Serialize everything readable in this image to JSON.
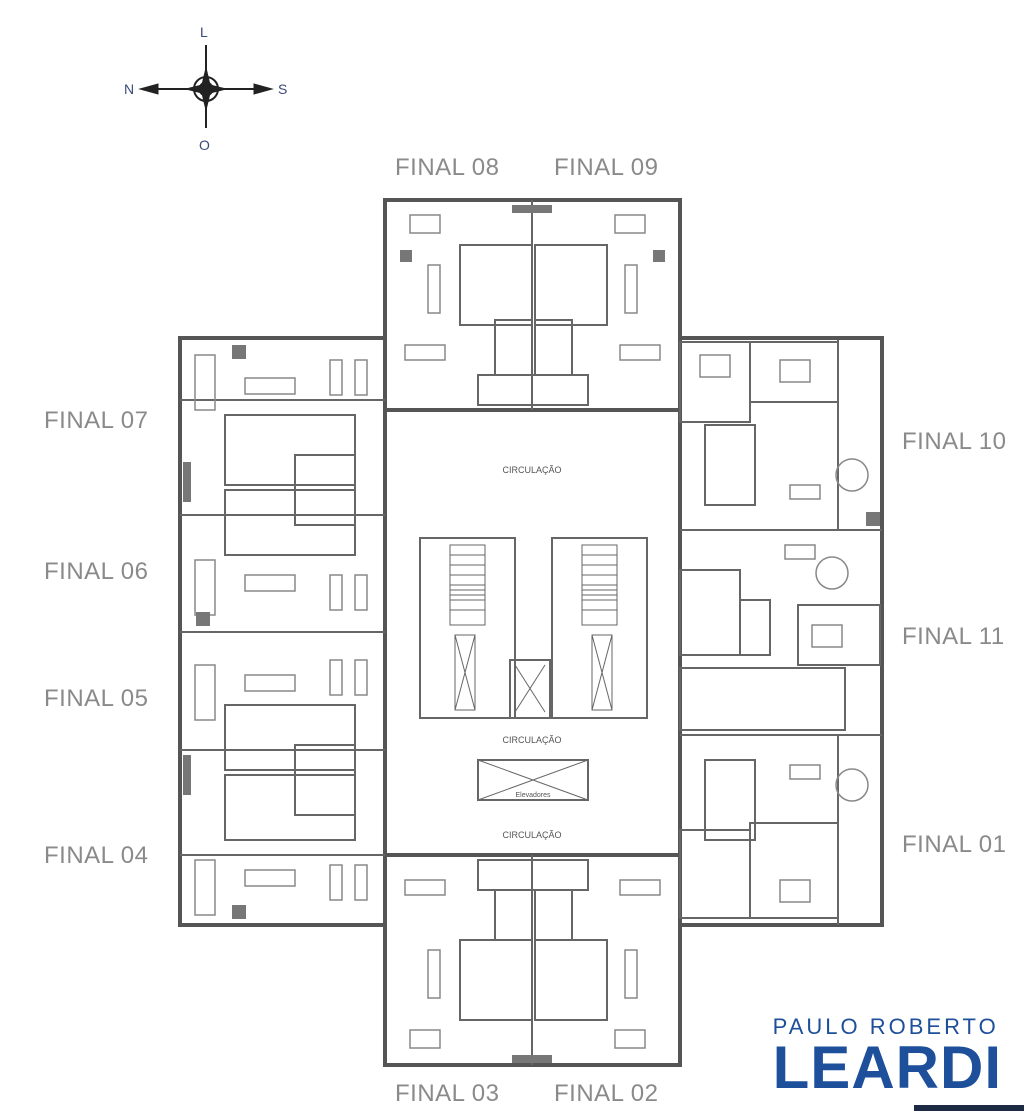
{
  "compass": {
    "north": "N",
    "south": "S",
    "east": "L",
    "west": "O"
  },
  "units": {
    "final_08": "FINAL 08",
    "final_09": "FINAL 09",
    "final_07": "FINAL 07",
    "final_06": "FINAL 06",
    "final_05": "FINAL 05",
    "final_04": "FINAL 04",
    "final_10": "FINAL 10",
    "final_11": "FINAL 11",
    "final_01": "FINAL 01",
    "final_03": "FINAL 03",
    "final_02": "FINAL 02"
  },
  "core": {
    "circulation_top": "CIRCULAÇÃO",
    "circulation_mid": "CIRCULAÇÃO",
    "circulation_bottom": "CIRCULAÇÃO",
    "elevators": "Elevadores"
  },
  "brand": {
    "top": "PAULO ROBERTO",
    "main": "LEARDI",
    "color": "#1d4f9a"
  },
  "colors": {
    "wall": "#555555",
    "furniture": "#888888",
    "label": "#8a8a8a"
  }
}
